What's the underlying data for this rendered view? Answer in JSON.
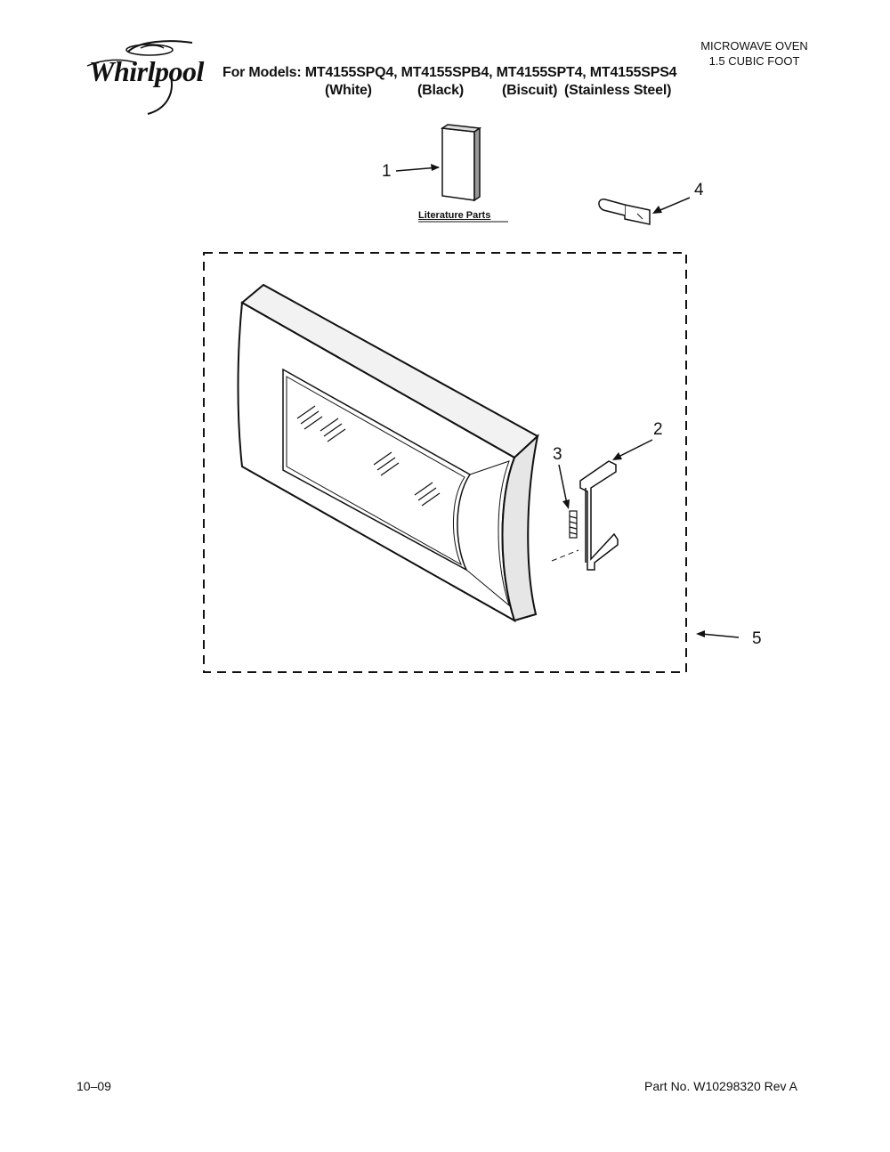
{
  "brand": {
    "logo_text": "Whirlpool"
  },
  "header": {
    "models_line": "For Models: MT4155SPQ4, MT4155SPB4, MT4155SPT4, MT4155SPS4",
    "colors": [
      "(White)",
      "(Black)",
      "(Biscuit)",
      "(Stainless Steel)"
    ],
    "product_line1": "MICROWAVE OVEN",
    "product_line2": "1.5 CUBIC FOOT"
  },
  "diagram": {
    "literature_label": "Literature Parts",
    "callouts": [
      "1",
      "2",
      "3",
      "4",
      "5"
    ]
  },
  "footer": {
    "date_code": "10–09",
    "part_number": "Part No. W10298320 Rev A"
  }
}
